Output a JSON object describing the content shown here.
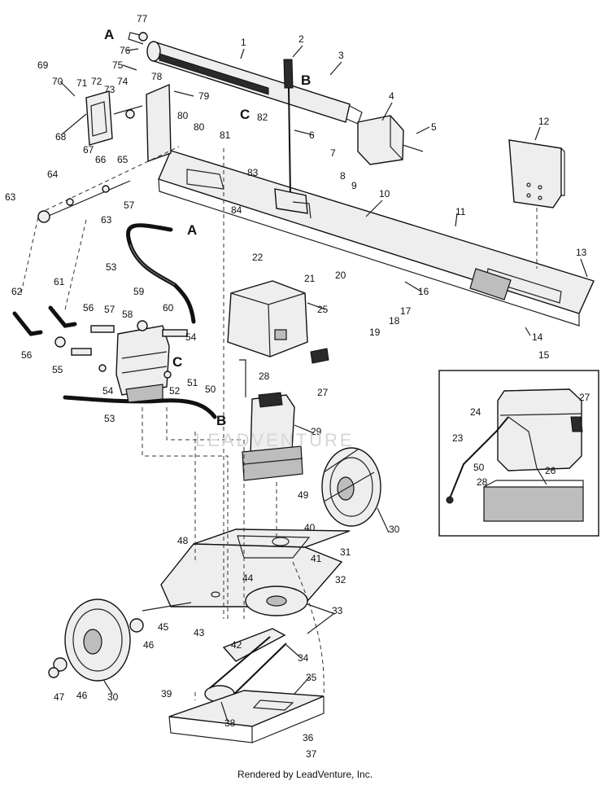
{
  "diagram": {
    "callout_letters": {
      "a_top": "A",
      "b_top": "B",
      "c_top": "C",
      "a_hose": "A",
      "c_valve": "C",
      "b_hose": "B"
    },
    "part_numbers": {
      "p77": "77",
      "p76": "76",
      "p75": "75",
      "p74": "74",
      "p73": "73",
      "p72": "72",
      "p71": "71",
      "p70": "70",
      "p69": "69",
      "p68": "68",
      "p67": "67",
      "p66": "66",
      "p65": "65",
      "p78": "78",
      "p79": "79",
      "p80a": "80",
      "p80b": "80",
      "p1": "1",
      "p2": "2",
      "p3": "3",
      "p4": "4",
      "p5": "5",
      "p6": "6",
      "p7": "7",
      "p8": "8",
      "p9": "9",
      "p10": "10",
      "p11": "11",
      "p12": "12",
      "p13": "13",
      "p14": "14",
      "p15": "15",
      "p16": "16",
      "p17": "17",
      "p18": "18",
      "p19": "19",
      "p20": "20",
      "p21": "21",
      "p22": "22",
      "p81": "81",
      "p82": "82",
      "p83": "83",
      "p84": "84",
      "p64": "64",
      "p63a": "63",
      "p63b": "63",
      "p57a": "57",
      "p57b": "57",
      "p62": "62",
      "p61": "61",
      "p56a": "56",
      "p56b": "56",
      "p55": "55",
      "p53a": "53",
      "p53b": "53",
      "p59": "59",
      "p60": "60",
      "p58": "58",
      "p54a": "54",
      "p54b": "54",
      "p52": "52",
      "p51": "51",
      "p50a": "50",
      "p28a": "28",
      "p25": "25",
      "p27a": "27",
      "p29": "29",
      "p49": "49",
      "p30a": "30",
      "p31": "31",
      "p40": "40",
      "p41": "41",
      "p32": "32",
      "p48": "48",
      "p44": "44",
      "p45": "45",
      "p46a": "46",
      "p43": "43",
      "p42": "42",
      "p33": "33",
      "p34": "34",
      "p35": "35",
      "p39": "39",
      "p38": "38",
      "p36": "36",
      "p37": "37",
      "p30b": "30",
      "p46b": "46",
      "p47": "47",
      "p24": "24",
      "p27b": "27",
      "p23": "23",
      "p50b": "50",
      "p26": "26",
      "p28b": "28"
    }
  },
  "watermark": "LEADVENTURE",
  "footer": "Rendered by LeadVenture, Inc."
}
